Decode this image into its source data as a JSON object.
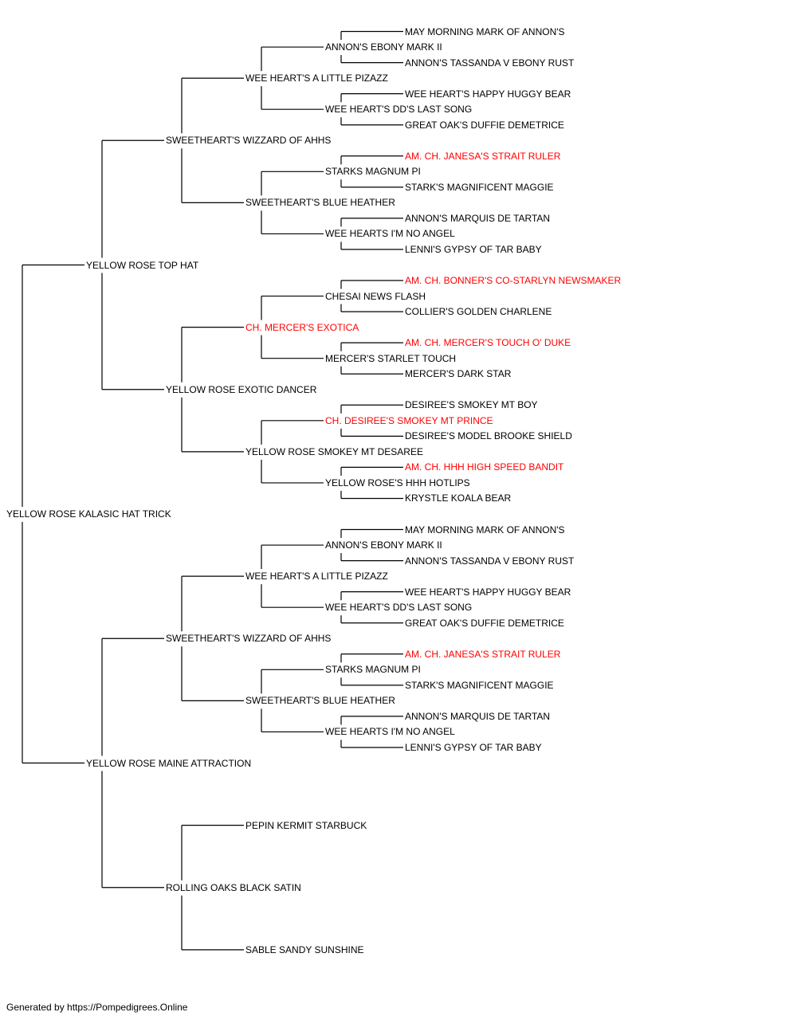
{
  "colors": {
    "normal": "#000000",
    "champion": "#ff0000",
    "line": "#000000"
  },
  "footer": "Generated by https://Pompedigrees.Online",
  "tree": {
    "name": "YELLOW ROSE KALASIC HAT TRICK",
    "sire": {
      "name": "YELLOW ROSE TOP HAT",
      "sire": {
        "name": "SWEETHEART'S WIZZARD OF AHHS",
        "sire": {
          "name": "WEE HEART'S A LITTLE PIZAZZ",
          "sire": {
            "name": "ANNON'S EBONY MARK II",
            "sire": {
              "name": "MAY MORNING MARK OF ANNON'S"
            },
            "dam": {
              "name": "ANNON'S TASSANDA V EBONY RUST"
            }
          },
          "dam": {
            "name": "WEE HEART'S DD'S LAST SONG",
            "sire": {
              "name": "WEE HEART'S HAPPY HUGGY BEAR"
            },
            "dam": {
              "name": "GREAT OAK'S DUFFIE DEMETRICE"
            }
          }
        },
        "dam": {
          "name": "SWEETHEART'S BLUE HEATHER",
          "sire": {
            "name": "STARKS MAGNUM PI",
            "sire": {
              "name": "AM. CH. JANESA'S STRAIT RULER",
              "champion": true
            },
            "dam": {
              "name": "STARK'S MAGNIFICENT MAGGIE"
            }
          },
          "dam": {
            "name": "WEE HEARTS I'M NO ANGEL",
            "sire": {
              "name": "ANNON'S MARQUIS DE TARTAN"
            },
            "dam": {
              "name": "LENNI'S GYPSY OF TAR BABY"
            }
          }
        }
      },
      "dam": {
        "name": "YELLOW ROSE EXOTIC DANCER",
        "sire": {
          "name": "CH. MERCER'S EXOTICA",
          "champion": true,
          "sire": {
            "name": "CHESAI NEWS FLASH",
            "sire": {
              "name": "AM. CH. BONNER'S CO-STARLYN NEWSMAKER",
              "champion": true
            },
            "dam": {
              "name": "COLLIER'S GOLDEN CHARLENE"
            }
          },
          "dam": {
            "name": "MERCER'S STARLET TOUCH",
            "sire": {
              "name": "AM. CH. MERCER'S TOUCH O' DUKE",
              "champion": true
            },
            "dam": {
              "name": "MERCER'S DARK STAR"
            }
          }
        },
        "dam": {
          "name": "YELLOW ROSE SMOKEY MT DESAREE",
          "sire": {
            "name": "CH. DESIREE'S SMOKEY MT PRINCE",
            "champion": true,
            "sire": {
              "name": "DESIREE'S SMOKEY MT BOY"
            },
            "dam": {
              "name": "DESIREE'S MODEL BROOKE SHIELD"
            }
          },
          "dam": {
            "name": "YELLOW ROSE'S HHH HOTLIPS",
            "sire": {
              "name": "AM. CH. HHH HIGH SPEED BANDIT",
              "champion": true
            },
            "dam": {
              "name": "KRYSTLE KOALA BEAR"
            }
          }
        }
      }
    },
    "dam": {
      "name": "YELLOW ROSE MAINE ATTRACTION",
      "sire": {
        "name": "SWEETHEART'S WIZZARD OF AHHS",
        "sire": {
          "name": "WEE HEART'S A LITTLE PIZAZZ",
          "sire": {
            "name": "ANNON'S EBONY MARK II",
            "sire": {
              "name": "MAY MORNING MARK OF ANNON'S"
            },
            "dam": {
              "name": "ANNON'S TASSANDA V EBONY RUST"
            }
          },
          "dam": {
            "name": "WEE HEART'S DD'S LAST SONG",
            "sire": {
              "name": "WEE HEART'S HAPPY HUGGY BEAR"
            },
            "dam": {
              "name": "GREAT OAK'S DUFFIE DEMETRICE"
            }
          }
        },
        "dam": {
          "name": "SWEETHEART'S BLUE HEATHER",
          "sire": {
            "name": "STARKS MAGNUM PI",
            "sire": {
              "name": "AM. CH. JANESA'S STRAIT RULER",
              "champion": true
            },
            "dam": {
              "name": "STARK'S MAGNIFICENT MAGGIE"
            }
          },
          "dam": {
            "name": "WEE HEARTS I'M NO ANGEL",
            "sire": {
              "name": "ANNON'S MARQUIS DE TARTAN"
            },
            "dam": {
              "name": "LENNI'S GYPSY OF TAR BABY"
            }
          }
        }
      },
      "dam": {
        "name": "ROLLING OAKS BLACK SATIN",
        "sire": {
          "name": "PEPIN KERMIT STARBUCK"
        },
        "dam": {
          "name": "SABLE SANDY SUNSHINE"
        }
      }
    }
  }
}
